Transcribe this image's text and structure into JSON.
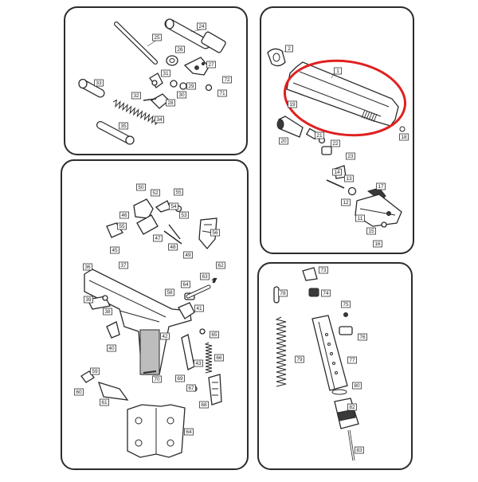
{
  "panels": [
    {
      "id": "top-left",
      "labels": [
        "24",
        "25",
        "26",
        "27",
        "31",
        "72",
        "33",
        "32",
        "29",
        "30",
        "28",
        "71",
        "34",
        "35"
      ]
    },
    {
      "id": "top-right",
      "labels": [
        "1",
        "2",
        "19",
        "20",
        "21",
        "22",
        "23",
        "14",
        "13",
        "17",
        "12",
        "11",
        "15",
        "16",
        "18"
      ]
    },
    {
      "id": "bottom-left",
      "labels": [
        "50",
        "52",
        "55",
        "54",
        "46",
        "53",
        "55",
        "47",
        "48",
        "49",
        "45",
        "56",
        "36",
        "37",
        "62",
        "64",
        "63",
        "58",
        "39",
        "41",
        "38",
        "40",
        "42",
        "43",
        "65",
        "66",
        "59",
        "70",
        "69",
        "67",
        "60",
        "61",
        "68",
        "64"
      ]
    },
    {
      "id": "bottom-right",
      "labels": [
        "73",
        "74",
        "75",
        "78",
        "76",
        "79",
        "77",
        "80",
        "82",
        "83"
      ]
    }
  ],
  "highlight": {
    "color": "#e02020",
    "target": "1"
  },
  "colors": {
    "border": "#2b2b2b",
    "line": "#2a2a2a",
    "highlight": "#e02020"
  }
}
